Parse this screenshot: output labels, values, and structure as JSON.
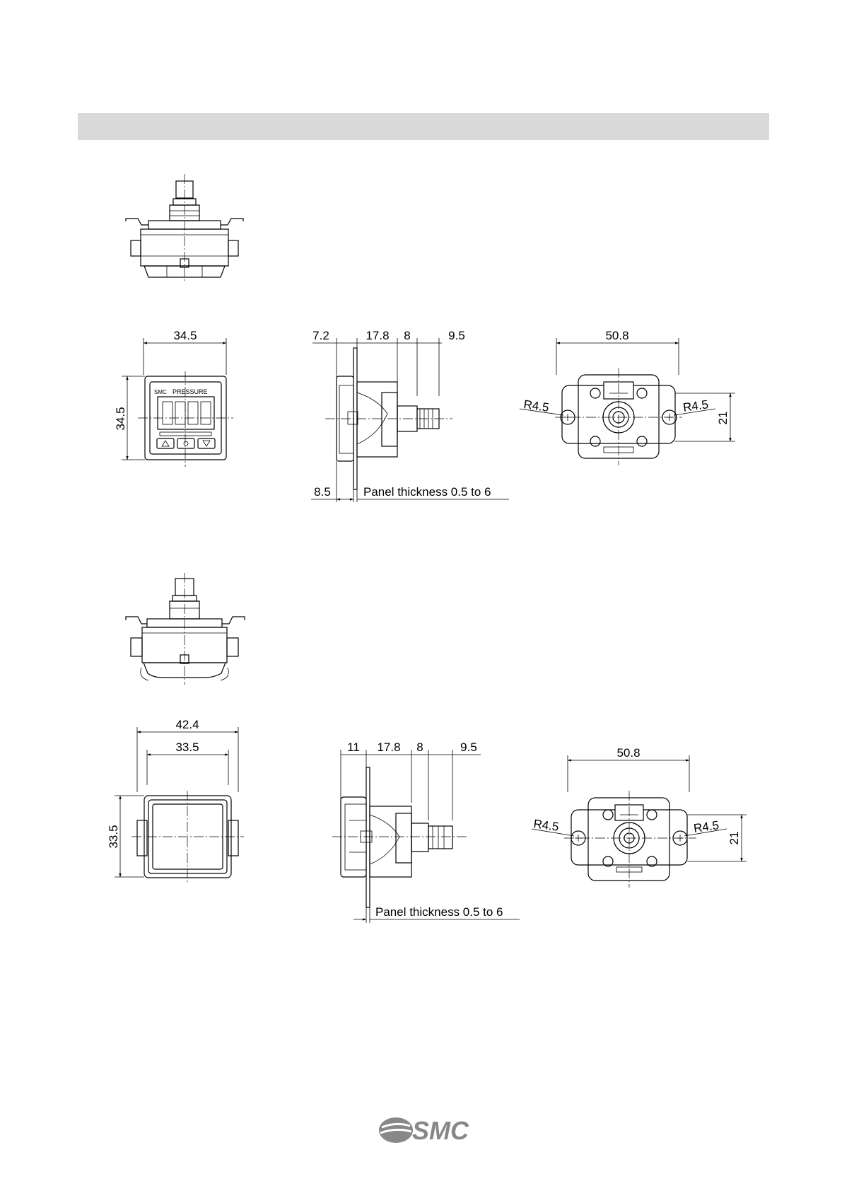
{
  "section1": {
    "front_dims": {
      "width": "34.5",
      "height": "34.5"
    },
    "front_panel": {
      "brand": "SMC",
      "label": "PRESSURE"
    },
    "side_dims": {
      "d1": "7.2",
      "d2": "17.8",
      "d3": "8",
      "d4": "9.5",
      "d5": "8.5",
      "panel_note": "Panel thickness 0.5 to 6"
    },
    "rear_dims": {
      "width": "50.8",
      "r_left": "R4.5",
      "r_right": "R4.5",
      "height": "21"
    }
  },
  "section2": {
    "front_dims": {
      "outer_width": "42.4",
      "inner_width": "33.5",
      "height": "33.5"
    },
    "side_dims": {
      "d1": "11",
      "d2": "17.8",
      "d3": "8",
      "d4": "9.5",
      "panel_note": "Panel thickness 0.5 to 6"
    },
    "rear_dims": {
      "width": "50.8",
      "r_left": "R4.5",
      "r_right": "R4.5",
      "height": "21"
    }
  },
  "footer": {
    "logo_text": "SMC",
    "logo_icon": "smc-logo-icon"
  }
}
